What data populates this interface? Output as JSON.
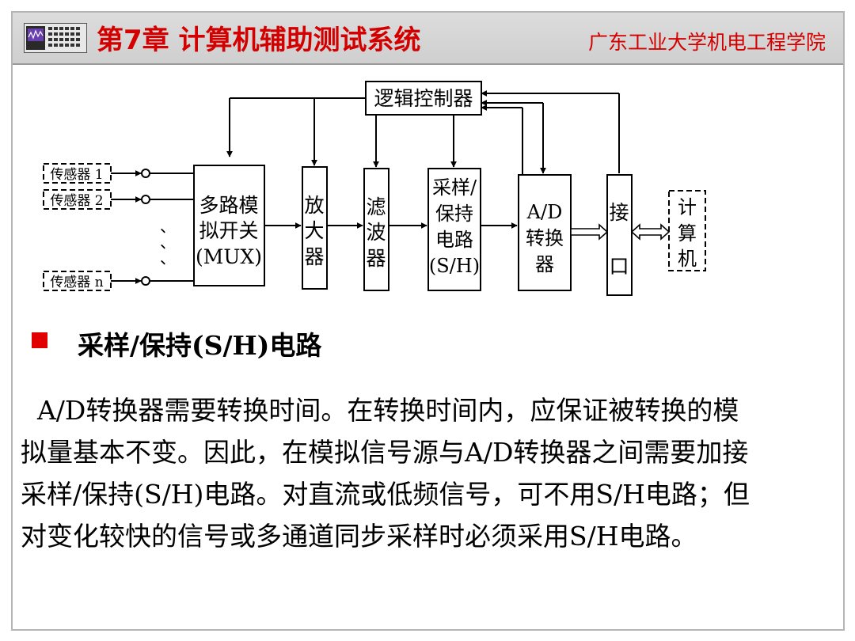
{
  "header": {
    "chapter_title": "第7章 计算机辅助测试系统",
    "school_name": "广东工业大学机电工程学院"
  },
  "diagram": {
    "controller": "逻辑控制器",
    "sensors": [
      "传感器 1",
      "传感器 2",
      "传感器 n"
    ],
    "ellipsis": "、",
    "mux": [
      "多路模",
      "拟开关",
      "(MUX)"
    ],
    "amplifier": [
      "放",
      "大",
      "器"
    ],
    "filter": [
      "滤",
      "波",
      "器"
    ],
    "sample_hold": [
      "采样/",
      "保持",
      "电路",
      "(S/H)"
    ],
    "adc": [
      "A/D",
      "转换",
      "器"
    ],
    "interface": [
      "接",
      "口"
    ],
    "computer": [
      "计",
      "算",
      "机"
    ]
  },
  "section": {
    "heading": "采样/保持(S/H)电路",
    "paragraph_lines": [
      "  A/D转换器需要转换时间。在转换时间内，应保证被转换的模",
      "拟量基本不变。因此，在模拟信号源与A/D转换器之间需要加接",
      "采样/保持(S/H)电路。对直流或低频信号，可不用S/H电路；但",
      "对变化较快的信号或多通道同步采样时必须采用S/H电路。"
    ]
  },
  "colors": {
    "title_red": "#d40000",
    "bullet_red": "#e00000",
    "header_gray": "#d4d4d4"
  }
}
